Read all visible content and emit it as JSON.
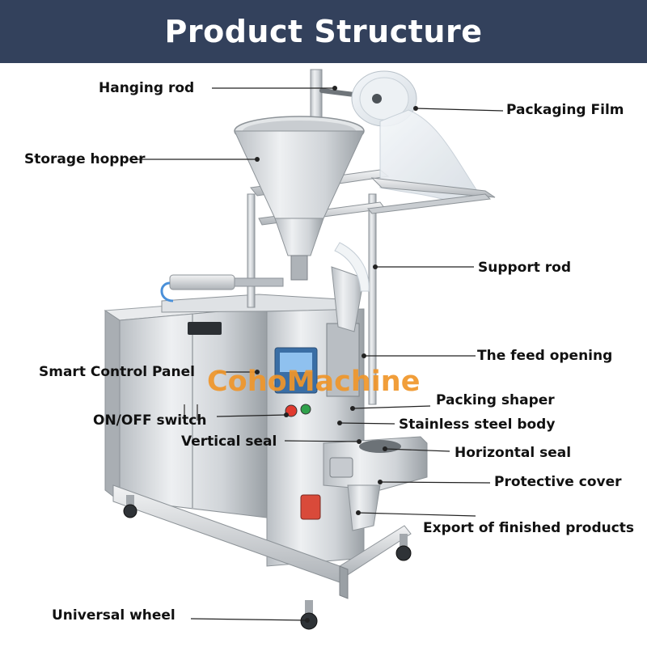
{
  "header": {
    "title": "Product Structure"
  },
  "watermark": "CohoMachine",
  "labels": {
    "hanging_rod": "Hanging rod",
    "packaging_film": "Packaging Film",
    "storage_hopper": "Storage hopper",
    "support_rod": "Support rod",
    "feed_opening": "The feed opening",
    "smart_control_panel": "Smart Control Panel",
    "packing_shaper": "Packing shaper",
    "on_off_switch": "ON/OFF switch",
    "stainless_body": "Stainless steel body",
    "vertical_seal": "Vertical seal",
    "horizontal_seal": "Horizontal seal",
    "protective_cover": "Protective cover",
    "export_finished": "Export of finished products",
    "universal_wheel": "Universal wheel"
  },
  "colors": {
    "header_bg": "#33415c",
    "header_text": "#ffffff",
    "watermark": "#f0962a",
    "steel_light": "#e6e8ea",
    "steel_mid": "#c5c9cd",
    "steel_dark": "#8d9398"
  }
}
